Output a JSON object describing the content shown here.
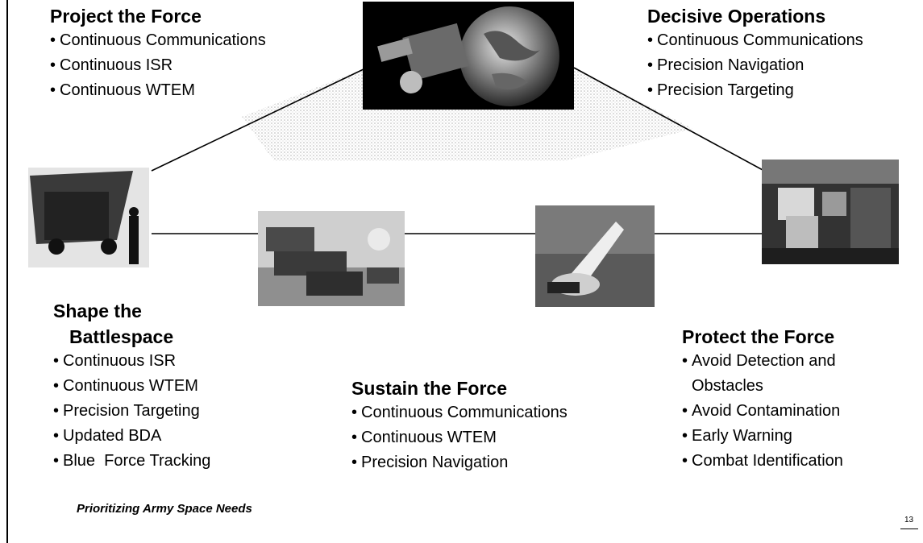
{
  "project_the_force": {
    "title": "Project the Force",
    "items": [
      "Continuous Communications",
      "Continuous ISR",
      "Continuous WTEM"
    ]
  },
  "decisive_operations": {
    "title": "Decisive Operations",
    "items": [
      "Continuous Communications",
      "Precision Navigation",
      "Precision Targeting"
    ]
  },
  "shape_the_battlespace": {
    "title_line1": "Shape the",
    "title_line2": "Battlespace",
    "items": [
      "Continuous ISR",
      "Continuous WTEM",
      "Precision Targeting",
      "Updated BDA",
      "Blue  Force Tracking"
    ]
  },
  "sustain_the_force": {
    "title": "Sustain the Force",
    "items": [
      "Continuous Communications",
      "Continuous WTEM",
      "Precision Navigation"
    ]
  },
  "protect_the_force": {
    "title": "Protect the Force",
    "item1_line1": "Avoid Detection and",
    "item1_line2": "Obstacles",
    "items": [
      "Avoid Contamination",
      "Early Warning",
      "Combat Identification"
    ]
  },
  "caption": "Prioritizing Army Space Needs",
  "page_number": "13",
  "icons": {
    "globe_photo": "globe-photo-icon",
    "truck_photo": "truck-photo-icon",
    "tanks_photo": "tanks-photo-icon",
    "missile_photo": "missile-photo-icon",
    "control_room_photo": "control-room-photo-icon"
  }
}
